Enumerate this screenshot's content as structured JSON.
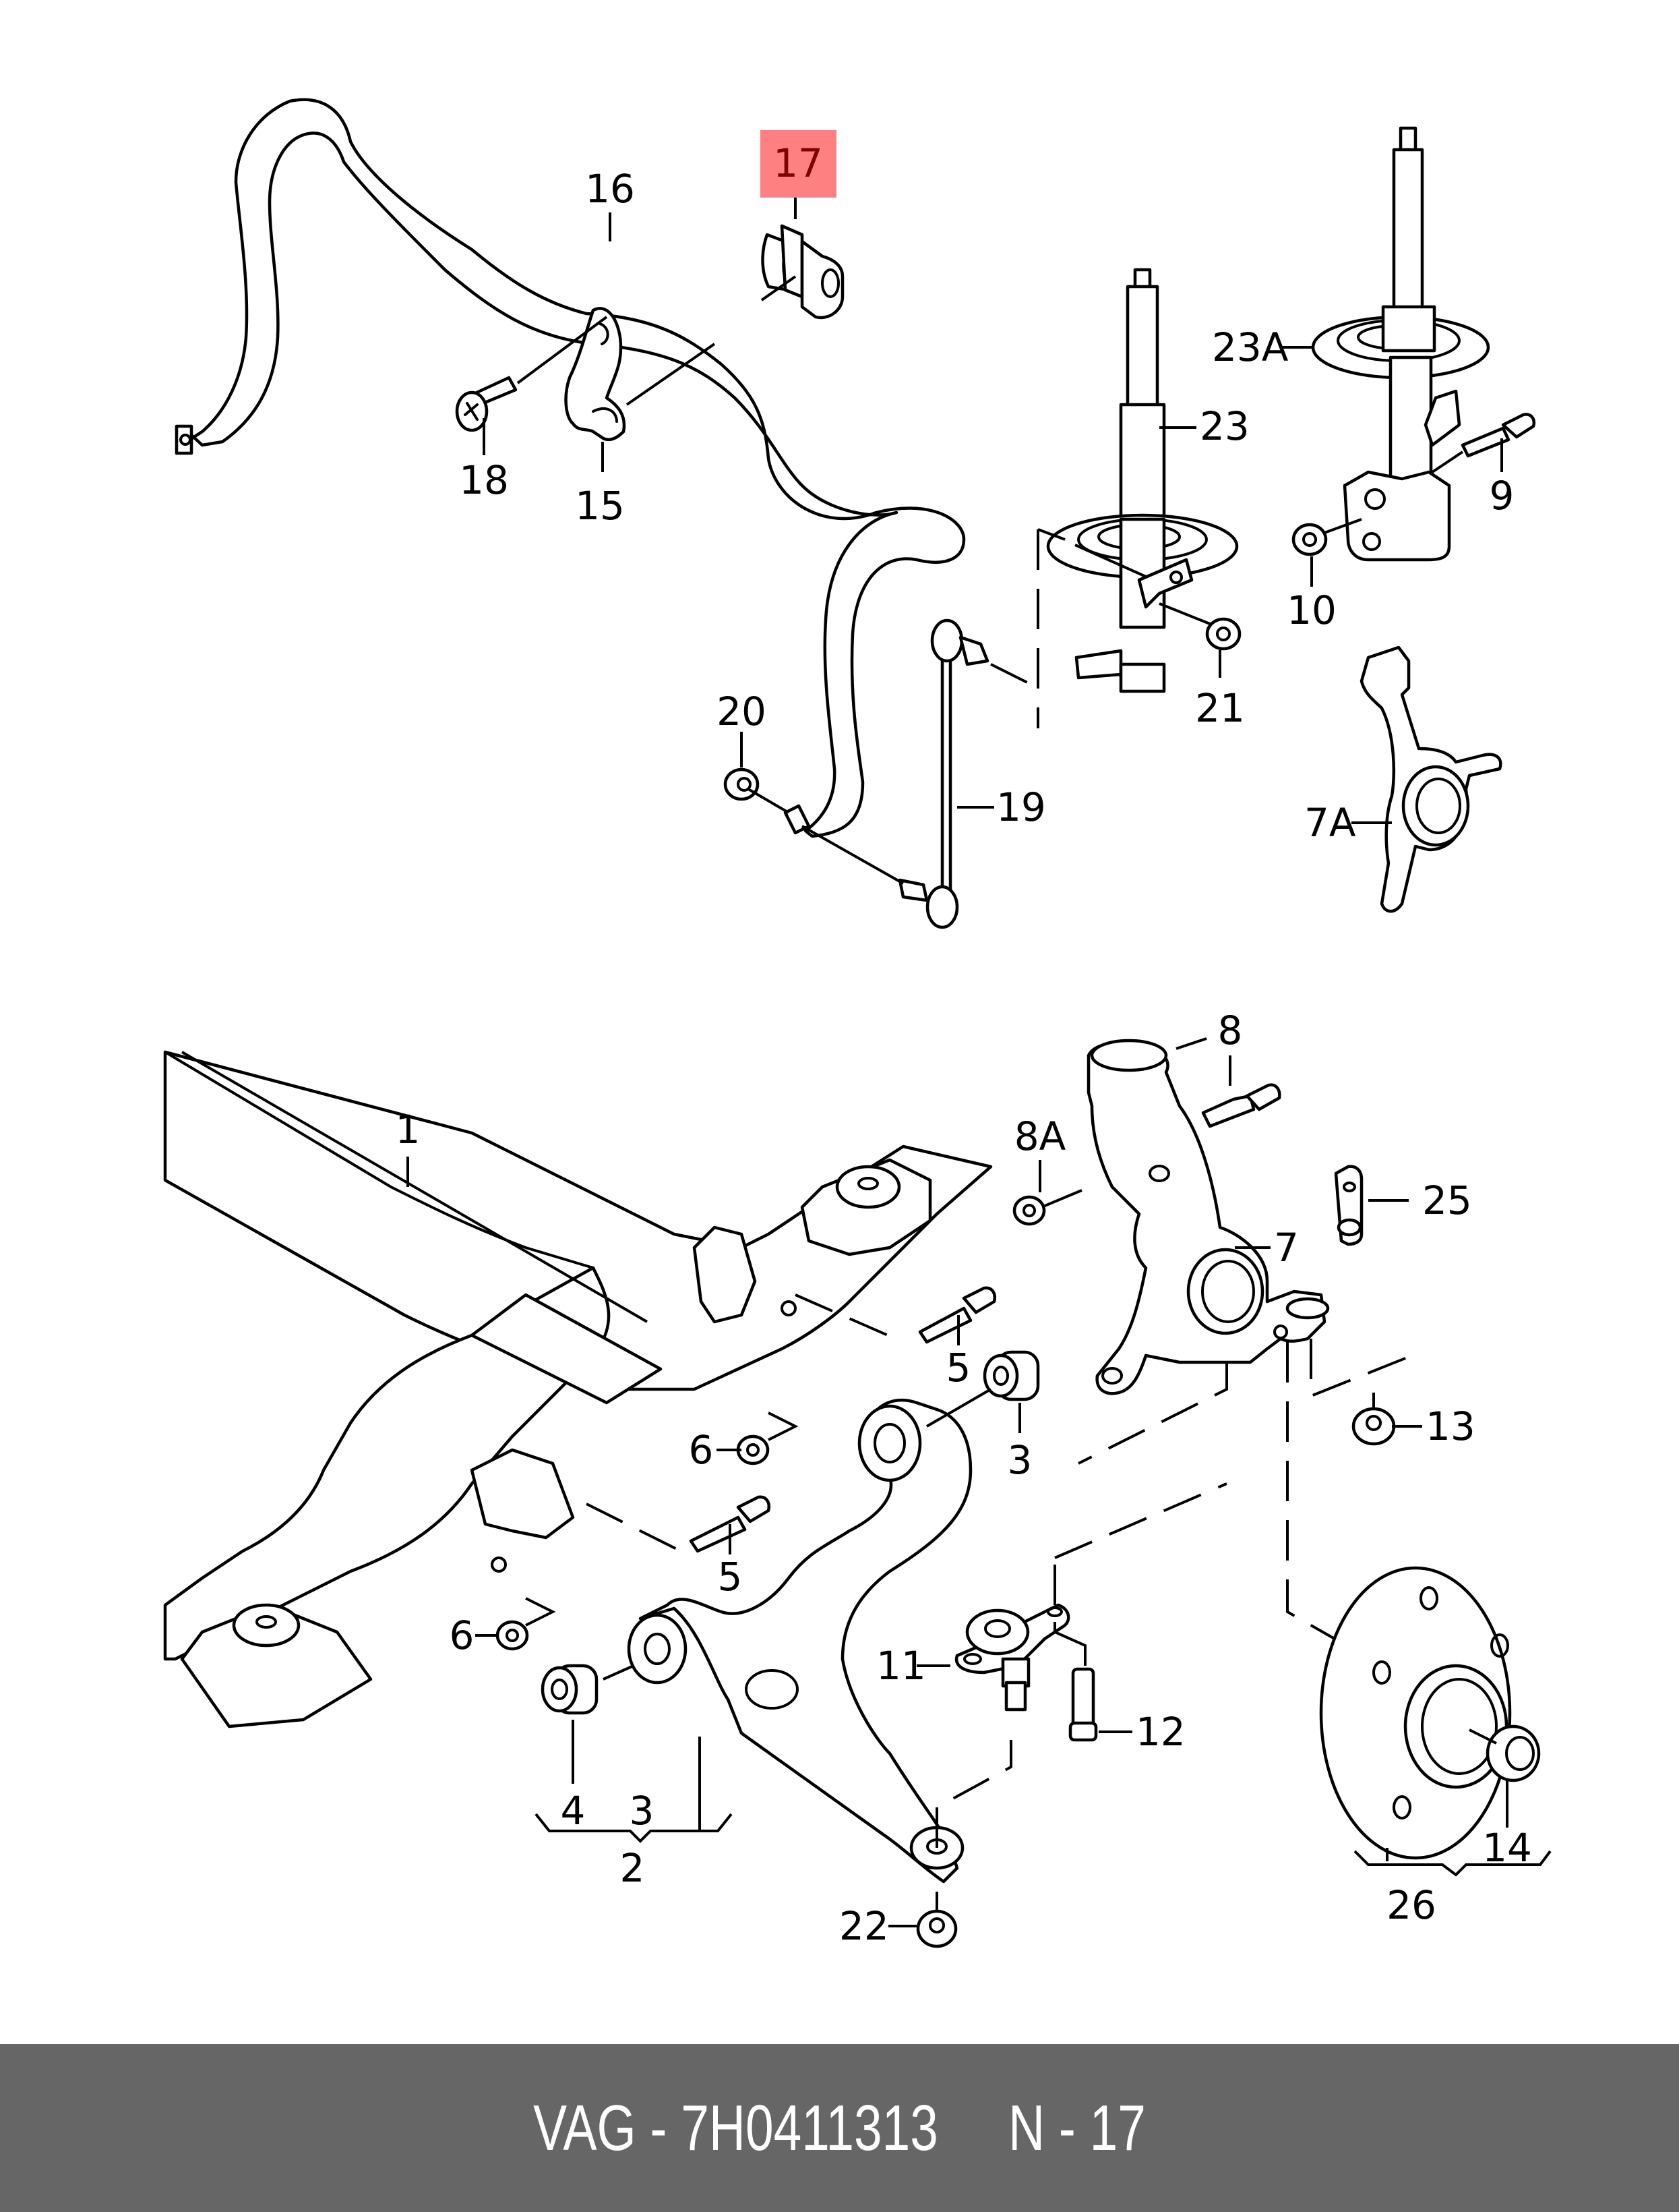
{
  "diagram": {
    "title": "Front suspension exploded view",
    "highlight_color": "#ff8080",
    "highlight_text_color": "#800000",
    "highlighted_callout": "17",
    "callouts": {
      "c1": "1",
      "c2": "2",
      "c3a": "3",
      "c3b": "3",
      "c4": "4",
      "c5a": "5",
      "c5b": "5",
      "c6a": "6",
      "c6b": "6",
      "c7": "7",
      "c7a": "7A",
      "c8": "8",
      "c8a": "8A",
      "c9": "9",
      "c10": "10",
      "c11": "11",
      "c12": "12",
      "c13": "13",
      "c14": "14",
      "c15": "15",
      "c16": "16",
      "c17": "17",
      "c18": "18",
      "c19": "19",
      "c20": "20",
      "c21": "21",
      "c22": "22",
      "c23": "23",
      "c23a": "23A",
      "c25": "25",
      "c26": "26"
    }
  },
  "footer": {
    "brand": "VAG",
    "part_number": "7H0411313",
    "position_label": "N - 17",
    "text": "VAG - 7H0411313     N - 17",
    "background": "#666666"
  }
}
